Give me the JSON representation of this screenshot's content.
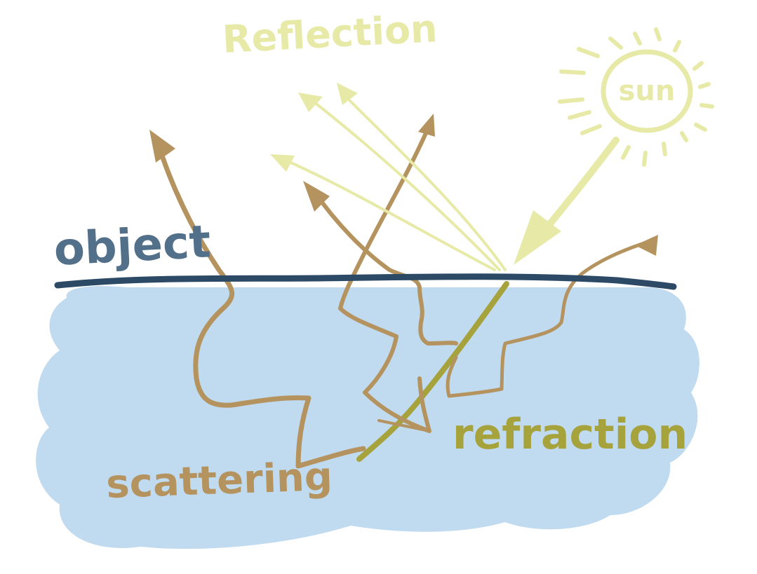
{
  "labels": {
    "reflection": "Reflection",
    "sun": "sun",
    "object": "object",
    "refraction": "refraction",
    "scattering": "scattering"
  },
  "colors": {
    "background": "#ffffff",
    "medium": "#c0daf0",
    "surface": "#2c4a66",
    "object_text": "#52708a",
    "sun": "#e7eaa6",
    "reflection": "#e7eaa6",
    "scatter": "#b5935f",
    "refraction": "#a6a23c"
  }
}
